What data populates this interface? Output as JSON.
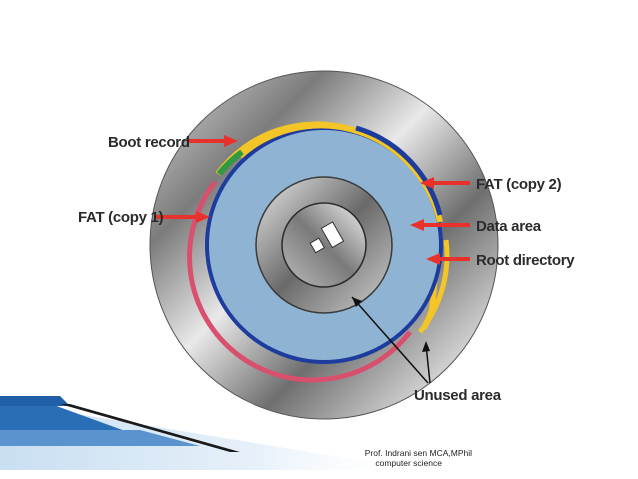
{
  "labels": {
    "boot_record": "Boot record",
    "fat_copy1": "FAT (copy 1)",
    "fat_copy2": "FAT (copy 2)",
    "data_area": "Data area",
    "root_directory": "Root directory",
    "unused_area": "Unused area"
  },
  "footer": {
    "line1": "Prof. Indrani sen MCA,MPhil",
    "line2": "computer science"
  },
  "colors": {
    "arrow": "#e8312a",
    "data_area": "#8fb4d3",
    "blue_ring": "#1e3c9e",
    "yellow_ring": "#f3c526",
    "pink_ring": "#d9506f",
    "green_ring": "#2e9a43",
    "disk_outer": "#8e8e8e",
    "decor_blue": "#1f5fa6"
  },
  "icons": [
    "arrow-icon",
    "spindle-hole-icon"
  ]
}
